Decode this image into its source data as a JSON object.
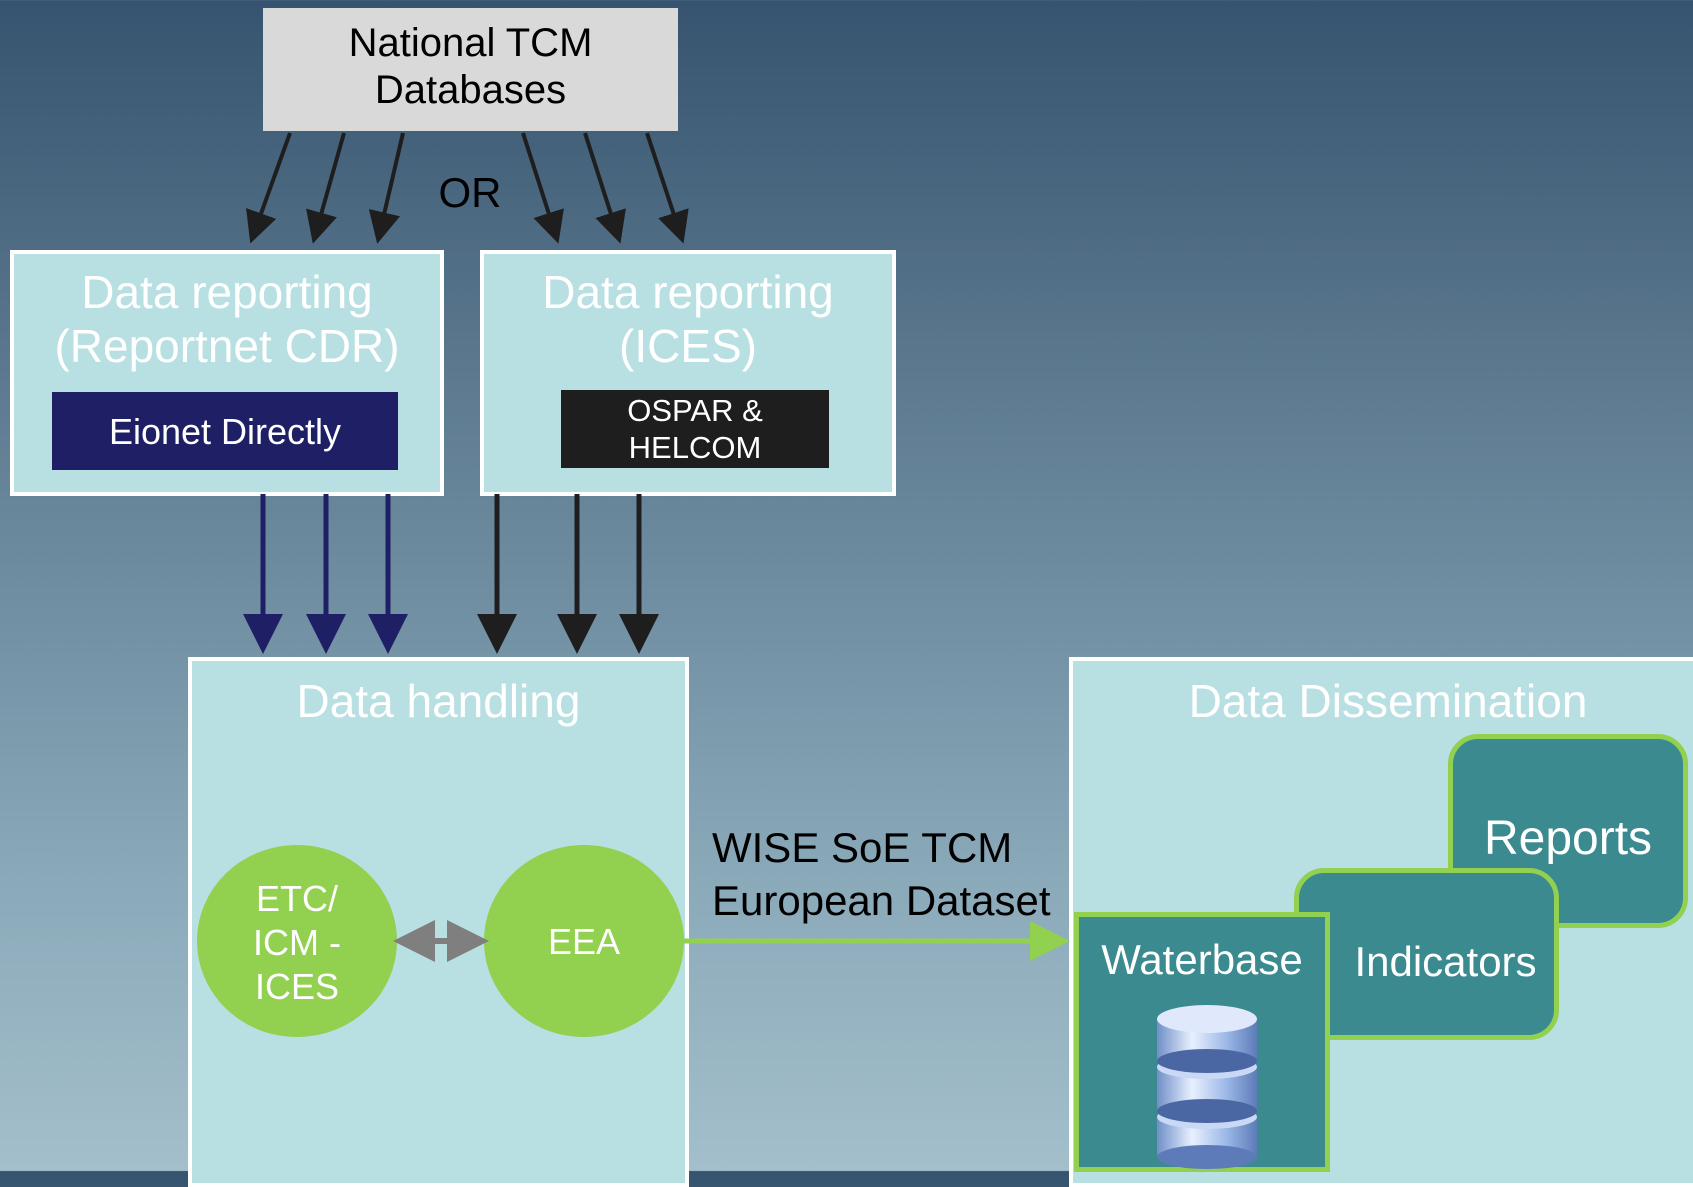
{
  "source": {
    "label": "National TCM\nDatabases"
  },
  "or_label": "OR",
  "reporting_cdr": {
    "title": "Data reporting\n(Reportnet CDR)",
    "badge": "Eionet Directly"
  },
  "reporting_ices": {
    "title": "Data reporting\n(ICES)",
    "badge": "OSPAR &\nHELCOM"
  },
  "handling": {
    "title": "Data handling",
    "node_left": "ETC/\nICM -\nICES",
    "node_right": "EEA"
  },
  "flow_label": "WISE SoE TCM\nEuropean Dataset",
  "dissemination": {
    "title": "Data Dissemination",
    "cards": {
      "reports": "Reports",
      "indicators": "Indicators",
      "waterbase": "Waterbase"
    }
  },
  "colors": {
    "panel": "#bde0e3",
    "green": "#92d050",
    "teal": "#3b8a8f",
    "navy": "#1f1f66",
    "black": "#1e1e1e",
    "grey_box": "#d9d9d9",
    "grey_arrow": "#7f7f7f"
  },
  "icons": {
    "database": "database-icon"
  }
}
